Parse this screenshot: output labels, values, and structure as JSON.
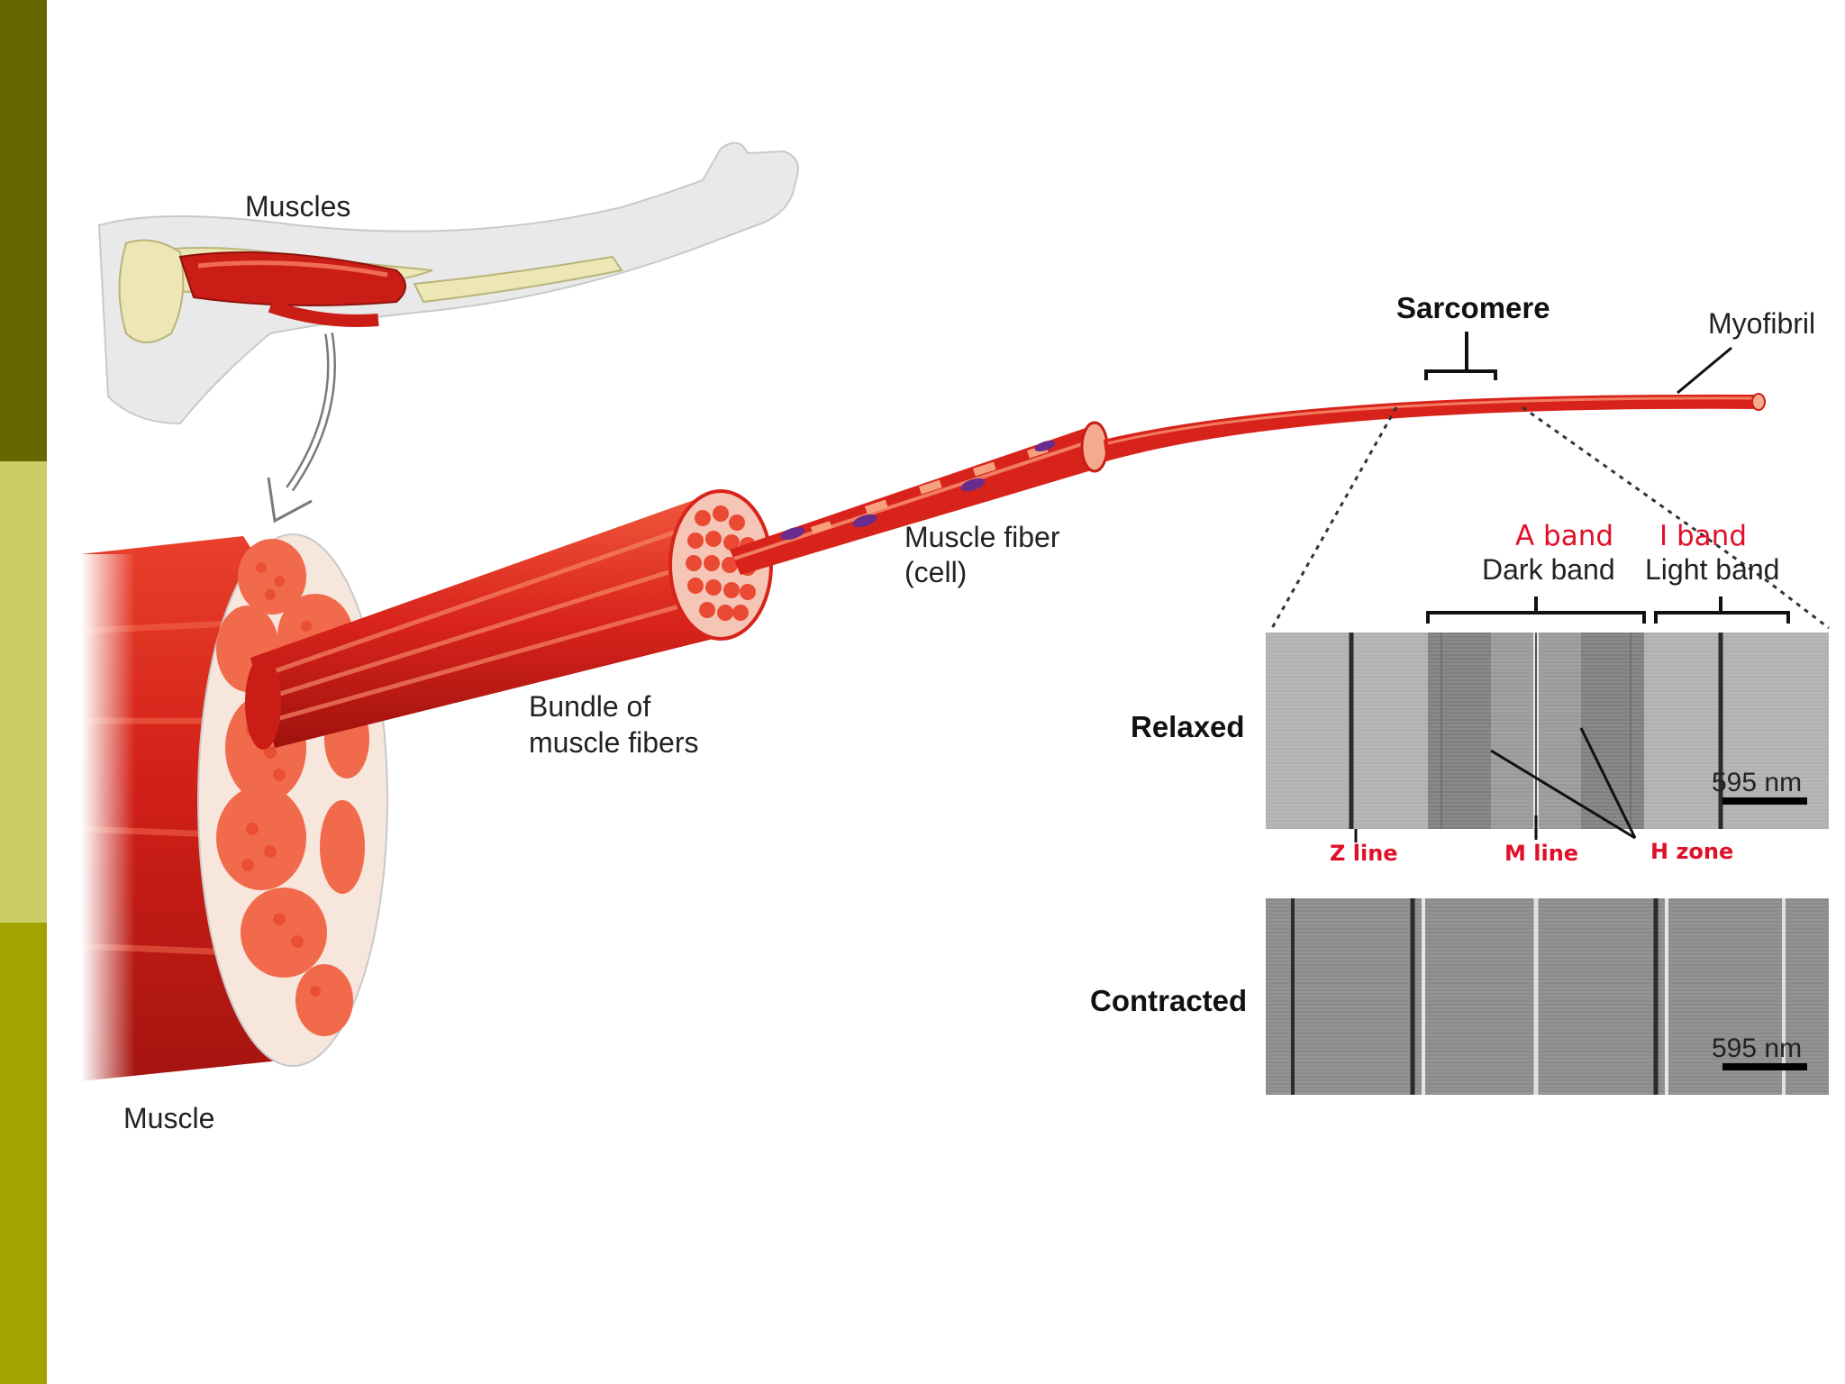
{
  "sidebar": {
    "colors": [
      "#676700",
      "#cdcd66",
      "#a3a300"
    ]
  },
  "labels": {
    "muscles": "Muscles",
    "muscle": "Muscle",
    "bundle_line1": "Bundle of",
    "bundle_line2": "muscle fibers",
    "fiber_line1": "Muscle fiber",
    "fiber_line2": "(cell)",
    "sarcomere": "Sarcomere",
    "myofibril": "Myofibril",
    "a_band": "A band",
    "i_band": "I band",
    "dark_band": "Dark band",
    "light_band": "Light band",
    "relaxed": "Relaxed",
    "contracted": "Contracted",
    "scale_relaxed": "595 nm",
    "scale_contracted": "595 nm",
    "z_line": "Z line",
    "m_line": "M line",
    "h_zone": "H zone"
  },
  "colors": {
    "muscle_red": "#d8231b",
    "muscle_dark": "#a5140f",
    "muscle_light": "#f26a4c",
    "annotation_red": "#e0102a",
    "bone": "#ece7b4"
  }
}
